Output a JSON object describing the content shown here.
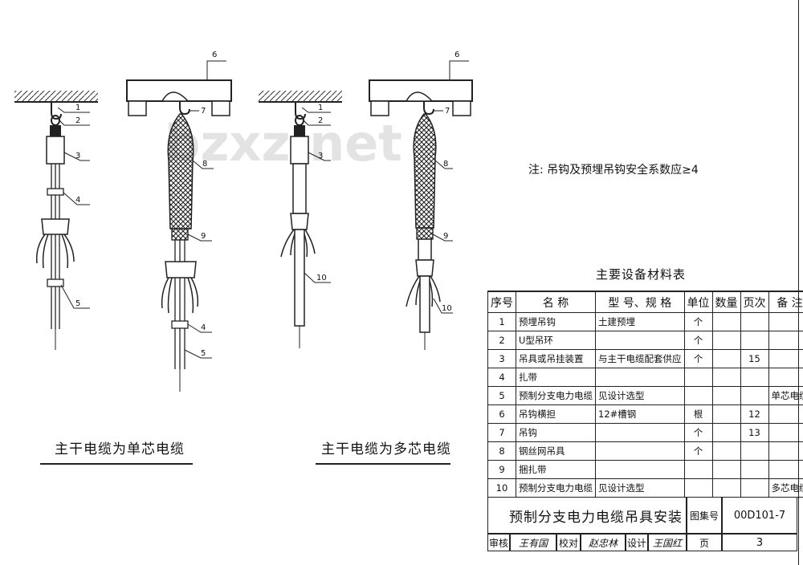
{
  "labels": {
    "n1": "1",
    "n2": "2",
    "n3": "3",
    "n4": "4",
    "n5": "5",
    "n6": "6",
    "n7": "7",
    "n8": "8",
    "n9": "9",
    "n10": "10"
  },
  "watermark": "bzxz.net",
  "captions": {
    "single": "主干电缆为单芯电缆",
    "multi": "主干电缆为多芯电缆"
  },
  "note": "注: 吊钩及预埋吊钩安全系数应≥4",
  "table": {
    "title": "主要设备材料表",
    "headers": [
      "序号",
      "名  称",
      "型 号、规 格",
      "单位",
      "数量",
      "页次",
      "备 注"
    ],
    "rows": [
      [
        "1",
        "预埋吊钩",
        "土建预埋",
        "个",
        "",
        "",
        ""
      ],
      [
        "2",
        "U型吊环",
        "",
        "个",
        "",
        "",
        ""
      ],
      [
        "3",
        "吊具或吊挂装置",
        "与主干电缆配套供应",
        "个",
        "",
        "15",
        ""
      ],
      [
        "4",
        "扎带",
        "",
        "",
        "",
        "",
        ""
      ],
      [
        "5",
        "预制分支电力电缆",
        "见设计选型",
        "",
        "",
        "",
        "单芯电缆"
      ],
      [
        "6",
        "吊钩横担",
        "12#槽钢",
        "根",
        "",
        "12",
        ""
      ],
      [
        "7",
        "吊钩",
        "",
        "个",
        "",
        "13",
        ""
      ],
      [
        "8",
        "钢丝网吊具",
        "",
        "个",
        "",
        "",
        ""
      ],
      [
        "9",
        "捆扎带",
        "",
        "",
        "",
        "",
        ""
      ],
      [
        "10",
        "预制分支电力电缆",
        "见设计选型",
        "",
        "",
        "",
        "多芯电缆"
      ]
    ]
  },
  "title_block": {
    "title": "预制分支电力电缆吊具安装",
    "atlas_label": "图集号",
    "atlas_no": "00D101-7",
    "review_label": "审核",
    "review_sig": "王有国",
    "check_label": "校对",
    "check_sig": "赵忠林",
    "design_label": "设计",
    "design_sig": "王国红",
    "page_label": "页",
    "page_no": "3"
  }
}
